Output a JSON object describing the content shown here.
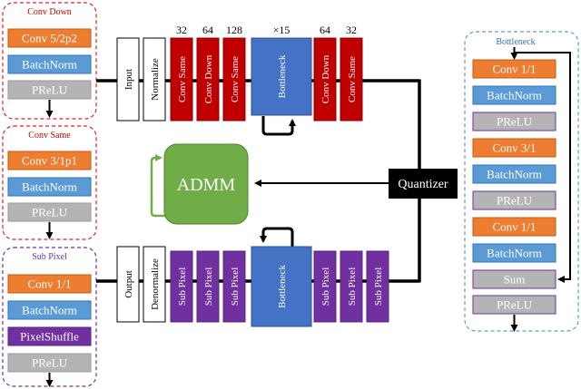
{
  "colors": {
    "conv": "#ED7D31",
    "batchnorm": "#5B9BD5",
    "prelu": "#B4B4B4",
    "pixelshuffle": "#7030A0",
    "red_block": "#C00000",
    "purple_block": "#7030A0",
    "bottleneck_block": "#4472C4",
    "admm": "#70AD47",
    "quantizer": "#000000",
    "conv_down_border": "#E02020",
    "sub_pixel_border": "#7030A0",
    "bottleneck_border": "#5B9BD5"
  },
  "legend": {
    "conv_down": {
      "title": "Conv Down",
      "items": [
        "Conv 5/2p2",
        "BatchNorm",
        "PReLU"
      ]
    },
    "conv_same": {
      "title": "Conv Same",
      "items": [
        "Conv 3/1p1",
        "BatchNorm",
        "PReLU"
      ]
    },
    "sub_pixel": {
      "title": "Sub Pixel",
      "items": [
        "Conv 1/1",
        "BatchNorm",
        "PixelShuffle",
        "PReLU"
      ]
    },
    "bottleneck": {
      "title": "Bottleneck",
      "items": [
        "Conv 1/1",
        "BatchNorm",
        "PReLU",
        "Conv 3/1",
        "BatchNorm",
        "PReLU",
        "Conv 1/1",
        "BatchNorm",
        "Sum",
        "PReLU"
      ]
    }
  },
  "encoder": {
    "input": "Input",
    "normalize": "Normalize",
    "blocks": [
      "Conv Same",
      "Conv Down",
      "Conv Same",
      "Bottleneck",
      "Conv Down",
      "Conv Same"
    ],
    "channels": [
      "32",
      "64",
      "128",
      "×15",
      "64",
      "32"
    ]
  },
  "decoder": {
    "output": "Output",
    "denormalize": "Denormalize",
    "blocks": [
      "Sub Pixel",
      "Sub Pixel",
      "Sub Pixel",
      "Bottleneck",
      "Sub Pixel",
      "Sub Pixel",
      "Sub Pixel"
    ]
  },
  "admm": "ADMM",
  "quantizer": "Quantizer"
}
